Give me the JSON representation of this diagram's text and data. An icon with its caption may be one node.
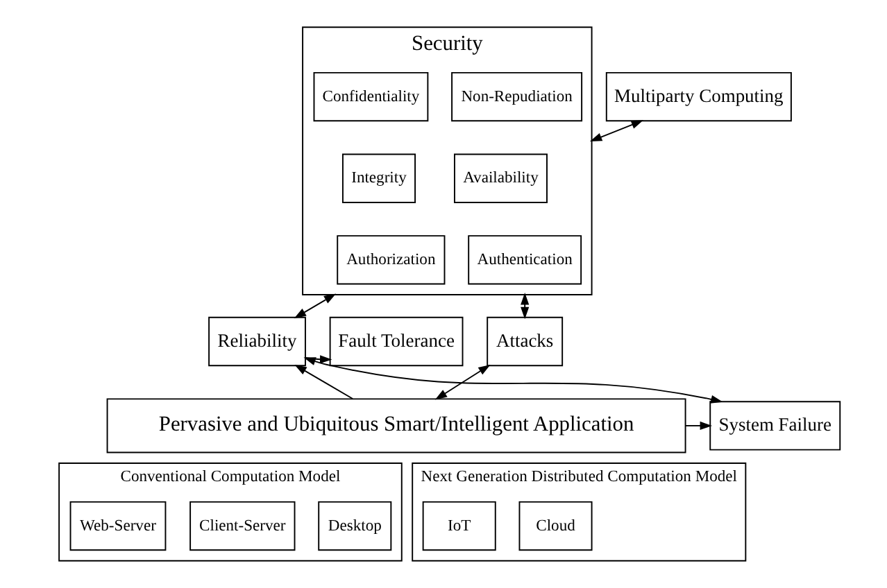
{
  "diagram": {
    "nodes": [
      {
        "text": [
          "Security"
        ]
      },
      {
        "text": [
          "Non-Repudiation"
        ],
        "in": 0
      },
      {
        "text": [
          "Confidentiality"
        ],
        "in": 0
      },
      {
        "text": [
          "Availability"
        ],
        "in": 0
      },
      {
        "text": [
          "Integrity"
        ],
        "in": 0
      },
      {
        "text": [
          "Authorization"
        ],
        "in": 0
      },
      {
        "text": [
          "Authentication"
        ],
        "in": 0
      },
      {
        "text": [
          "Multiparty Computing"
        ]
      },
      {
        "text": [
          "Reliability"
        ]
      },
      {
        "text": [
          "Fault Tolerance"
        ]
      },
      {
        "text": [
          "Attacks"
        ]
      },
      {
        "text": [
          "System Failure"
        ]
      },
      {
        "text": [
          "Pervasive and Ubiquitous Smart/Intelligent Application"
        ]
      },
      {
        "text": [
          "Conventional Computation Model"
        ]
      },
      {
        "text": [
          "Desktop"
        ],
        "in": 13
      },
      {
        "text": [
          "Client-Server"
        ],
        "in": 13
      },
      {
        "text": [
          "Web-Server"
        ],
        "in": 13
      },
      {
        "text": [
          "Next Generation Distributed Computation Model"
        ]
      },
      {
        "text": [
          "Cloud"
        ],
        "in": 17
      },
      {
        "text": [
          "IoT"
        ],
        "in": 17
      }
    ],
    "edges": [
      {
        "from": 8,
        "to": 0,
        "arrow": "both"
      },
      {
        "from": 7,
        "to": 0,
        "arrow": "both"
      },
      {
        "from": 0,
        "to": 10,
        "arrow": "both"
      },
      {
        "from": 8,
        "to": 9,
        "arrow": "to"
      },
      {
        "from": 10,
        "to": 12,
        "arrow": "both"
      },
      {
        "from": 12,
        "to": 8,
        "arrow": "to"
      },
      {
        "from": 12,
        "to": 11,
        "arrow": "to"
      },
      {
        "from": 11,
        "to": 8,
        "arrow": "both"
      }
    ]
  }
}
